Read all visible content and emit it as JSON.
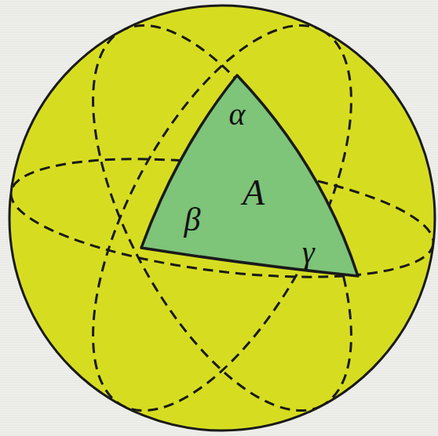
{
  "diagram": {
    "labels": [
      "α",
      "A",
      "β",
      "γ"
    ]
  }
}
